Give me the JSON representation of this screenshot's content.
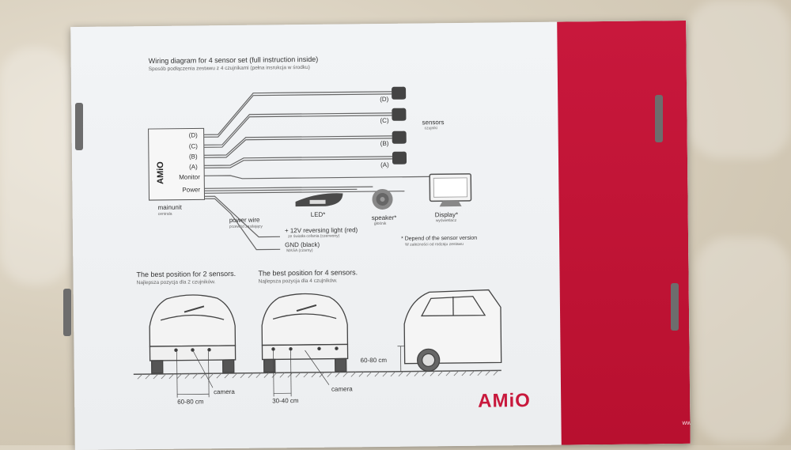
{
  "diagram": {
    "title": "Wiring diagram for 4 sensor set (full instruction inside)",
    "subtitle": "Sposób podłączenia zestawu z 4 czujnikami (pełna insrukcja w środku)",
    "unit_brand": "AMiO",
    "unit_ports": [
      "(D)",
      "(C)",
      "(B)",
      "(A)",
      "Monitor",
      "Power"
    ],
    "sensor_labels": [
      "(D)",
      "(C)",
      "(B)",
      "(A)"
    ],
    "sensors_label": "sensors",
    "sensors_sub": "czujniki",
    "mainunit_label": "mainunit",
    "mainunit_sub": "centrala",
    "led_label": "LED*",
    "speaker_label": "speaker*",
    "speaker_sub": "głośnik",
    "display_label": "Display*",
    "display_sub": "wyświetlacz",
    "power_wire_label": "power wire",
    "power_wire_sub": "przewód zasilający",
    "reversing_label": "+ 12V reversing light (red)",
    "reversing_sub": "ze światła cofania (czerwony)",
    "gnd_label": "GND (black)",
    "gnd_sub": "MASA (czarny)",
    "note_label": "* Depend of the sensor version",
    "note_sub": "W zależności od rodzaju zestawu"
  },
  "positions": {
    "two_title": "The best position for 2 sensors.",
    "two_sub": "Najlepsza pozycja dla 2 czujników.",
    "four_title": "The best position for 4 sensors.",
    "four_sub": "Najlepsza pozycja dla 4 czujników.",
    "two_distance": "60-80 cm",
    "four_distance": "30-40 cm",
    "camera_label": "camera",
    "height_label": "60-80 cm"
  },
  "footer": {
    "brand": "AMiO",
    "url": "www.amio.pl"
  },
  "colors": {
    "brand_red": "#c8183c",
    "box_white": "#eef0f2",
    "line": "#555555"
  }
}
